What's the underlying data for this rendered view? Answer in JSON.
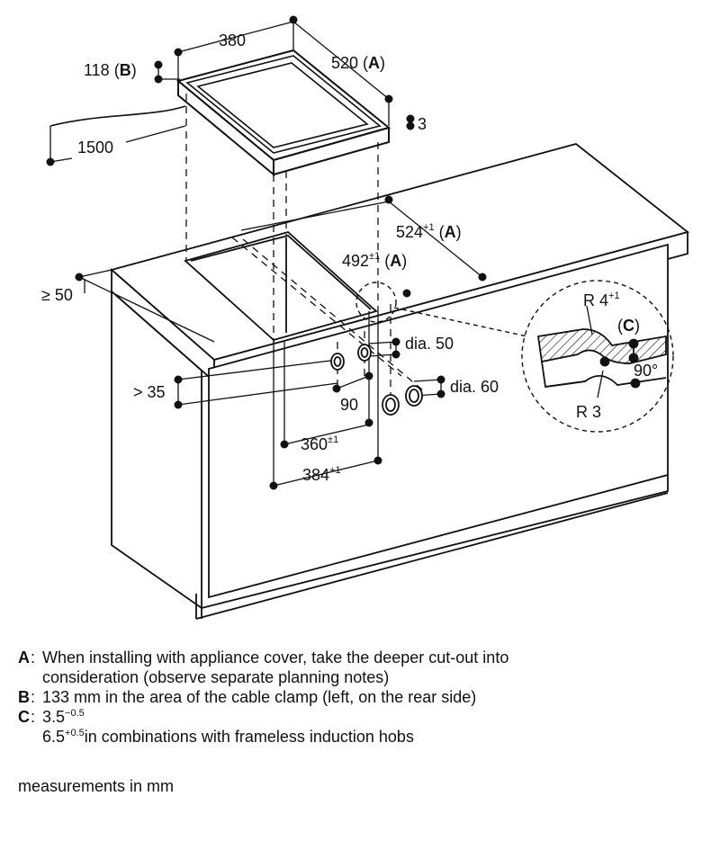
{
  "labels": {
    "width_380": "380",
    "depth_520": "520",
    "tag_A": "A",
    "tag_B": "B",
    "tag_C": "C",
    "height_118": "118",
    "thick_3": "3",
    "cable_1500": "1500",
    "cutout_524": "524",
    "cutout_524_tol": "+1",
    "cutout_492": "492",
    "cutout_492_tol": "±1",
    "min_50": "≥ 50",
    "min_35": "> 35",
    "dia_50": "dia. 50",
    "dia_60": "dia. 60",
    "spacing_90": "90",
    "cutout_360": "360",
    "cutout_360_tol": "±1",
    "cutout_384": "384",
    "cutout_384_tol": "+1",
    "radius_4": "R 4",
    "radius_4_tol": "+1",
    "radius_3": "R 3",
    "angle_90": "90°"
  },
  "notes": {
    "A_key": "A",
    "A_text": "When installing with appliance cover, take the deeper cut-out into",
    "A_text2": "consideration (observe separate planning notes)",
    "B_key": "B",
    "B_text": "133 mm in the area of the cable clamp (left, on the rear side)",
    "C_key": "C",
    "C_val1": "3.5",
    "C_val1_tol": "−0.5",
    "C_val2": "6.5",
    "C_val2_tol": "+0.5",
    "C_text2": "in combinations with frameless induction hobs"
  },
  "units": "measurements in mm"
}
